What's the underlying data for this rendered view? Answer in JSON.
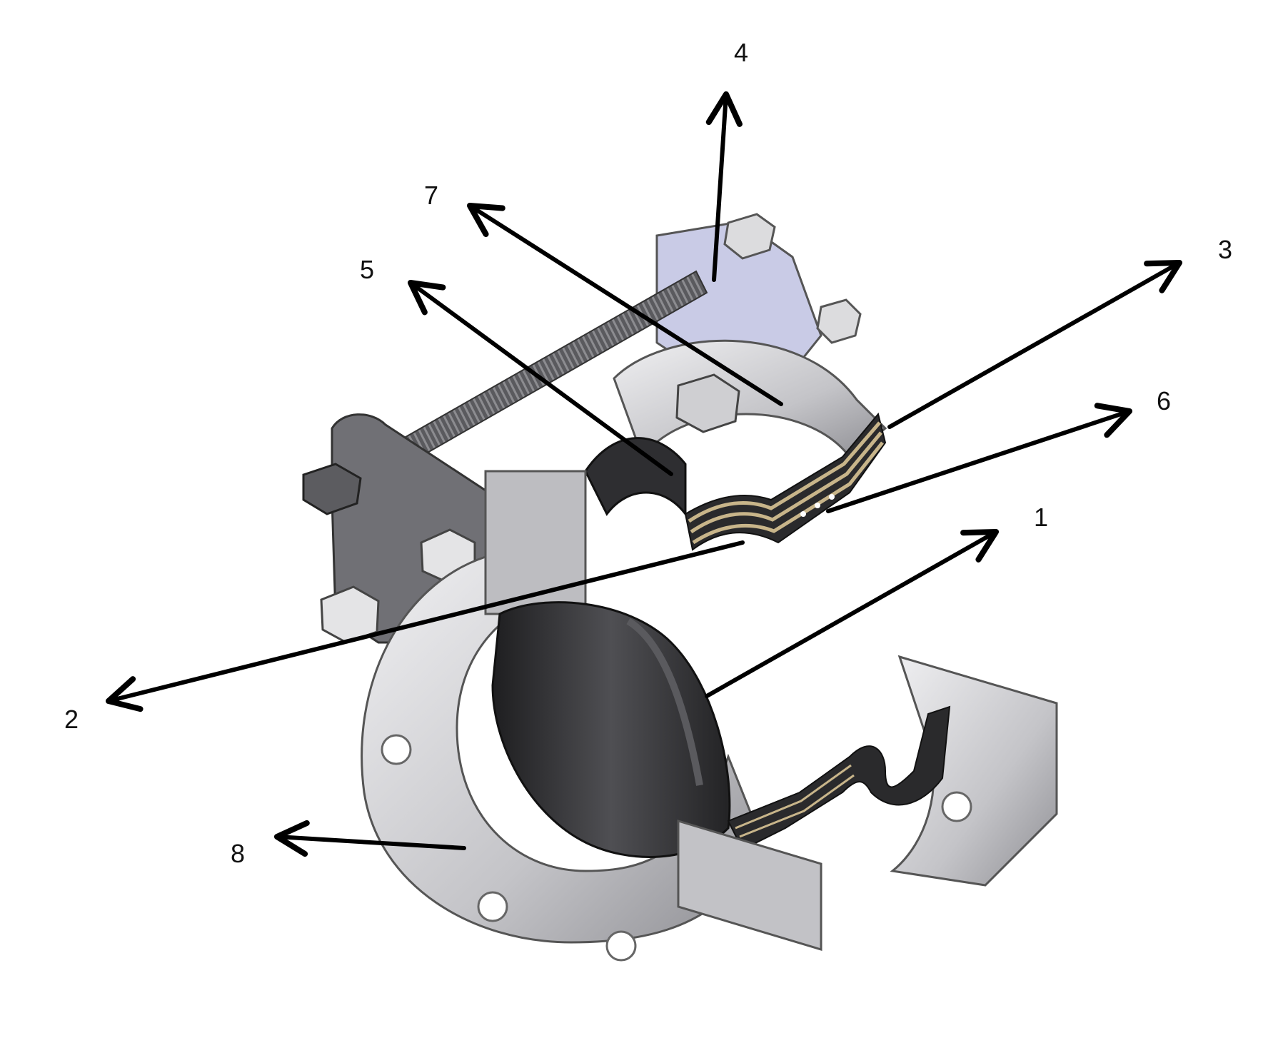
{
  "colors": {
    "background": "#ffffff",
    "steel_light": "#e6e6e8",
    "steel_mid": "#b9b9bd",
    "steel_dark": "#6f6f74",
    "rubber": "#2b2b2d",
    "rubber_mid": "#4a4a4d",
    "fabric_layer": "#c8b58a",
    "tie_plate_tint": "#c9cbe6",
    "arrow": "#000000"
  },
  "callouts": [
    {
      "id": "1",
      "label": "1"
    },
    {
      "id": "2",
      "label": "2"
    },
    {
      "id": "3",
      "label": "3"
    },
    {
      "id": "4",
      "label": "4"
    },
    {
      "id": "5",
      "label": "5"
    },
    {
      "id": "6",
      "label": "6"
    },
    {
      "id": "7",
      "label": "7"
    },
    {
      "id": "8",
      "label": "8"
    }
  ]
}
